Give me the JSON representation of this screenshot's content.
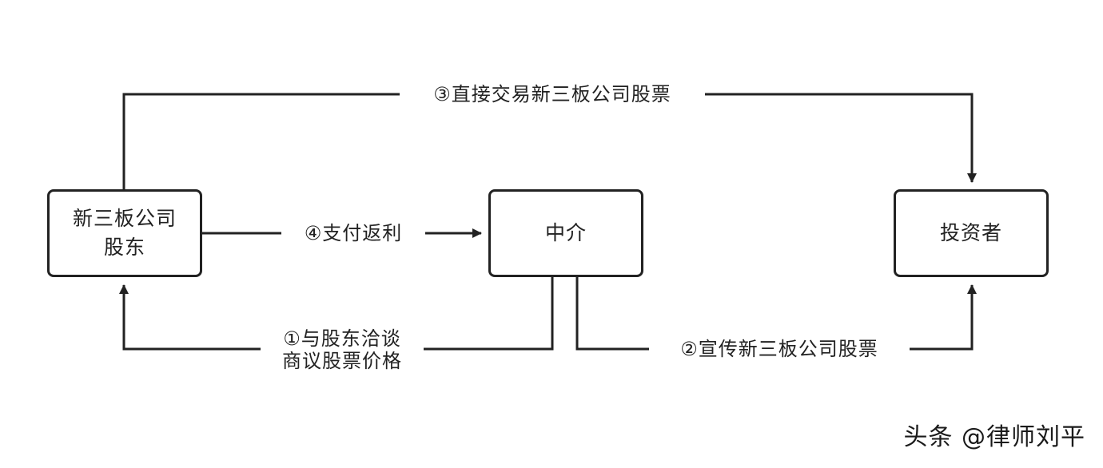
{
  "nodes": {
    "shareholder": {
      "line1": "新三板公司",
      "line2": "股东"
    },
    "intermediary": {
      "label": "中介"
    },
    "investor": {
      "label": "投资者"
    }
  },
  "edges": {
    "direct_trade": {
      "label": "③直接交易新三板公司股票"
    },
    "payment_rebate": {
      "label": "④支付返利"
    },
    "negotiate": {
      "line1": "①与股东洽谈",
      "line2": "商议股票价格"
    },
    "promote": {
      "label": "②宣传新三板公司股票"
    }
  },
  "watermark": {
    "text": "头条 @律师刘平"
  },
  "colors": {
    "line": "#222222",
    "background": "#ffffff"
  }
}
